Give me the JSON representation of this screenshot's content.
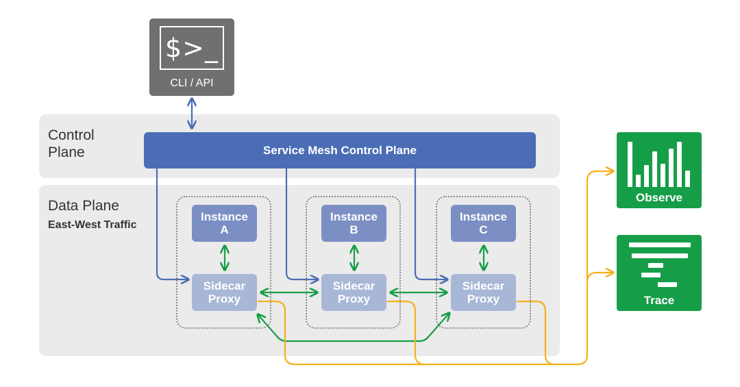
{
  "cli": {
    "prompt": "$>_",
    "label": "CLI / API"
  },
  "control_plane": {
    "title_line1": "Control",
    "title_line2": "Plane",
    "bar_label": "Service Mesh Control Plane"
  },
  "data_plane": {
    "title": "Data Plane",
    "subtitle": "East-West Traffic"
  },
  "instances": [
    {
      "line1": "Instance",
      "line2": "A"
    },
    {
      "line1": "Instance",
      "line2": "B"
    },
    {
      "line1": "Instance",
      "line2": "C"
    }
  ],
  "sidecar": {
    "line1": "Sidecar",
    "line2": "Proxy"
  },
  "observe": {
    "label": "Observe"
  },
  "trace": {
    "label": "Trace"
  },
  "colors": {
    "control_blue": "#4b6db5",
    "instance_blue": "#7b8fc4",
    "sidecar_blue": "#a9b7d7",
    "green": "#159e47",
    "orange": "#f3b01b",
    "panel_gray": "#ebebeb",
    "cli_gray": "#707070"
  }
}
